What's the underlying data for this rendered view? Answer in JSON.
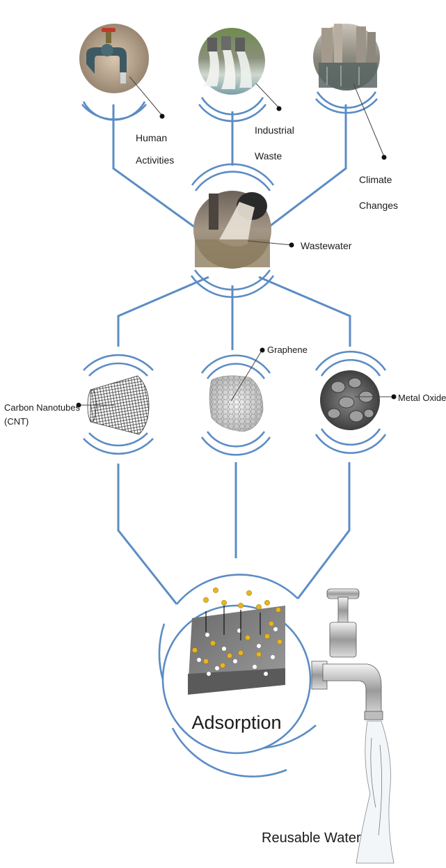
{
  "sources": [
    {
      "id": "human",
      "lines": [
        "Human",
        "Activities"
      ],
      "icon": "faucet-photo"
    },
    {
      "id": "industrial",
      "lines": [
        "Industrial",
        "Waste"
      ],
      "icon": "industrial-discharge-photo"
    },
    {
      "id": "climate",
      "lines": [
        "Climate",
        "Changes"
      ],
      "icon": "flooded-street-photo"
    }
  ],
  "center": {
    "label": "Wastewater",
    "icon": "sewage-outfall-photo"
  },
  "nanomaterials": [
    {
      "id": "cnt",
      "lines": [
        "Carbon Nanotubes",
        "(CNT)"
      ],
      "icon": "nanotube-icon"
    },
    {
      "id": "graphene",
      "lines": [
        "Graphene"
      ],
      "icon": "graphene-sheet-icon"
    },
    {
      "id": "metal-oxide",
      "lines": [
        "Metal Oxide NPs"
      ],
      "icon": "metal-oxide-sem-icon"
    }
  ],
  "process": {
    "label": "Adsorption",
    "icon": "adsorbent-surface-icon"
  },
  "output": {
    "label": "Reusable Water",
    "icon": "tap-water-icon"
  },
  "colors": {
    "connector": "#5b8cc4",
    "particle": "#e8b520",
    "surface": "#8a8a8a"
  }
}
